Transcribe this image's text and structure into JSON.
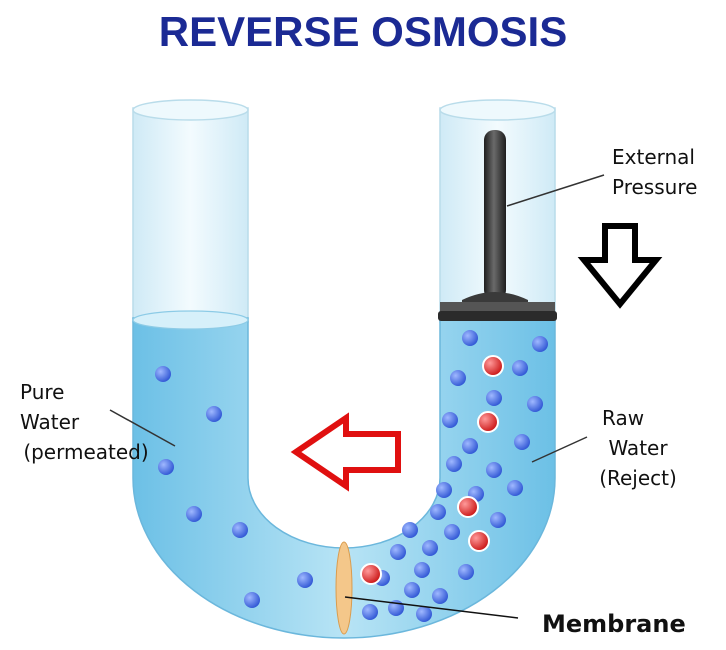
{
  "title": "REVERSE OSMOSIS",
  "labels": {
    "external_pressure": [
      "External",
      "Pressure"
    ],
    "pure_water": [
      "Pure",
      "Water",
      "(permeated)"
    ],
    "raw_water": [
      "Raw",
      "Water",
      "(Reject)"
    ],
    "membrane": "Membrane"
  },
  "colors": {
    "title": "#1b2a94",
    "water": "#8fd3ee",
    "tube_glass": "#e4f4fb",
    "water_molecule": "#3f6be0",
    "impurity": "#e02020",
    "piston": "#2b2b2b",
    "membrane": "#f4c78a",
    "flow_arrow": "#e01010",
    "pressure_arrow": "#000000"
  },
  "icons": {
    "flow_arrow": "left-arrow-outline-icon",
    "pressure_arrow": "down-arrow-outline-icon",
    "piston": "piston-icon"
  }
}
